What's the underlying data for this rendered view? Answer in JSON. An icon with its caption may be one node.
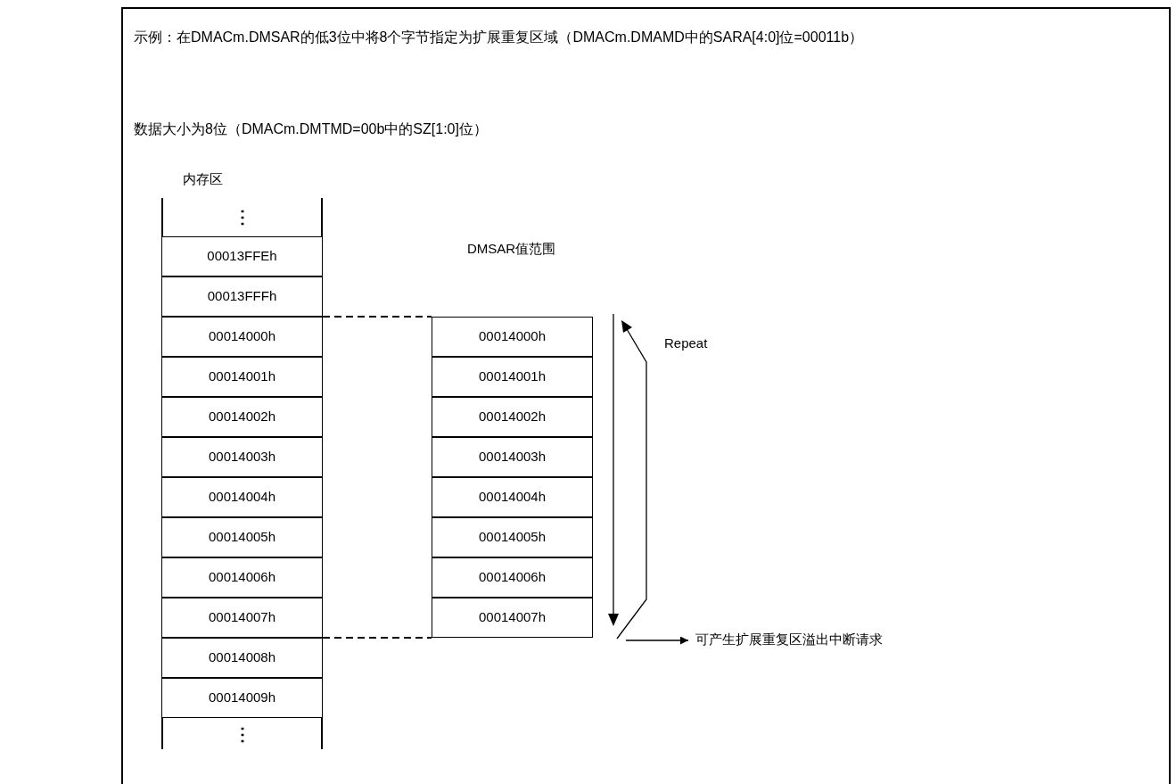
{
  "diagram": {
    "nodes": [
      {
        "text": [
          "内存区"
        ]
      },
      {
        "text": [
          "⋮"
        ],
        "in": 0
      },
      {
        "text": [
          "00013FFEh"
        ],
        "in": 0
      },
      {
        "text": [
          "00013FFFh"
        ],
        "in": 0
      },
      {
        "text": [
          "00014000h"
        ],
        "in": 0
      },
      {
        "text": [
          "00014001h"
        ],
        "in": 0
      },
      {
        "text": [
          "00014002h"
        ],
        "in": 0
      },
      {
        "text": [
          "00014003h"
        ],
        "in": 0
      },
      {
        "text": [
          "00014004h"
        ],
        "in": 0
      },
      {
        "text": [
          "00014005h"
        ],
        "in": 0
      },
      {
        "text": [
          "00014006h"
        ],
        "in": 0
      },
      {
        "text": [
          "00014007h"
        ],
        "in": 0
      },
      {
        "text": [
          "00014008h"
        ],
        "in": 0
      },
      {
        "text": [
          "00014009h"
        ],
        "in": 0
      },
      {
        "text": [
          "⋮"
        ],
        "in": 0
      },
      {
        "text": [
          "DMSAR值范围"
        ]
      },
      {
        "text": [
          "00014000h"
        ],
        "in": 15
      },
      {
        "text": [
          "00014001h"
        ],
        "in": 15
      },
      {
        "text": [
          "00014002h"
        ],
        "in": 15
      },
      {
        "text": [
          "00014003h"
        ],
        "in": 15
      },
      {
        "text": [
          "00014004h"
        ],
        "in": 15
      },
      {
        "text": [
          "00014005h"
        ],
        "in": 15
      },
      {
        "text": [
          "00014006h"
        ],
        "in": 15
      },
      {
        "text": [
          "00014007h"
        ],
        "in": 15
      },
      {
        "text": [
          "可产生扩展重复区溢出中断请求"
        ]
      }
    ],
    "edges": [
      {
        "from": 4,
        "to": 16,
        "arrow": "none",
        "style": "dashed"
      },
      {
        "from": 11,
        "to": 23,
        "arrow": "none",
        "style": "dashed"
      },
      {
        "from": null,
        "to": 24,
        "arrow": "to"
      }
    ],
    "labels": [
      "示例：在DMACm.DMSAR的低3位中将8个字节指定为扩展重复区域（DMACm.DMAMD中的SARA[4:0]位=00011b）",
      "数据大小为8位（DMACm.DMTMD=00b中的SZ[1:0]位）",
      "Repeat"
    ]
  }
}
